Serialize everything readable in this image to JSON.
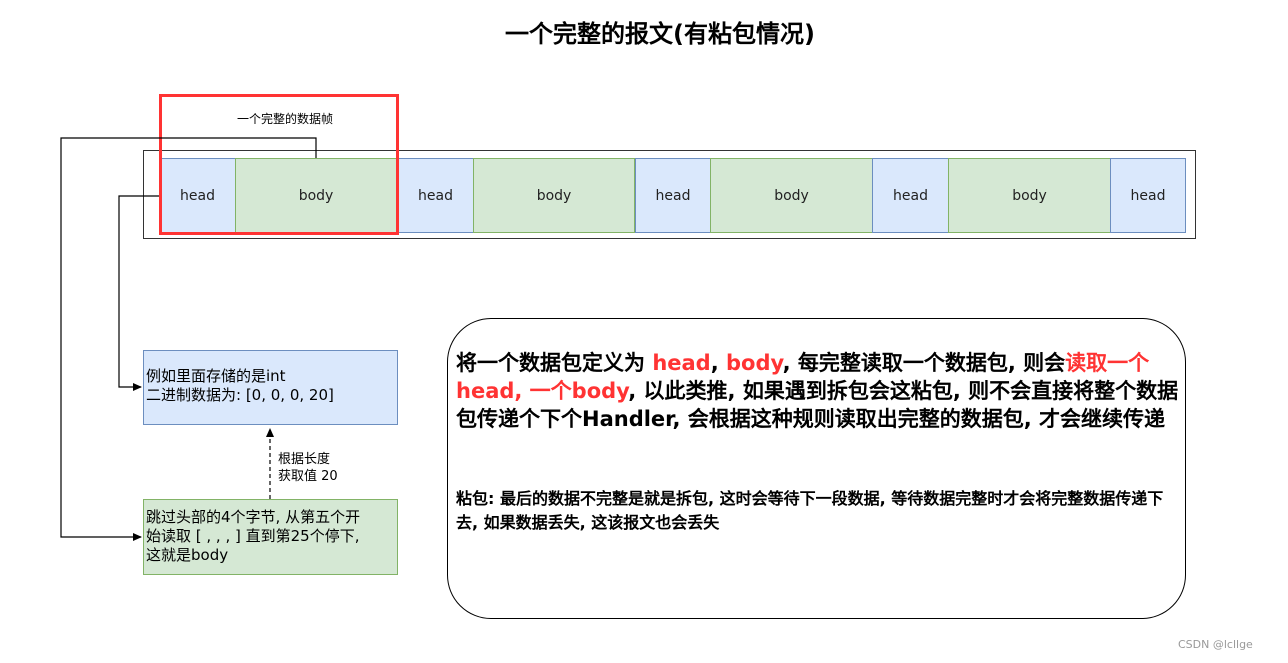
{
  "title": "一个完整的报文(有粘包情况)",
  "frame_label": "一个完整的数据帧",
  "cells": [
    "head",
    "body",
    "head",
    "body",
    "head",
    "body",
    "head",
    "body",
    "head"
  ],
  "example_box": {
    "line1": "例如里面存储的是int",
    "line2": "二进制数据为: [0, 0, 0, 20]"
  },
  "length_note": {
    "line1": "根据长度",
    "line2": "获取值 20"
  },
  "skip_box": {
    "line1": "跳过头部的4个字节, 从第五个开",
    "line2": "始读取 [ , , , ] 直到第25个停下,",
    "line3": "这就是body"
  },
  "description": {
    "p1": "将一个数据包定义为 ",
    "p2_red": "head",
    "p3": ", ",
    "p4_red": "body",
    "p5": ", 每完整读取一个数据包, 则会",
    "p6_red": "读取一个head, 一个body",
    "p7": ", 以此类推, 如果遇到拆包会这粘包, 则不会直接将整个数据包传递个下个Handler, 会根据这种规则读取出完整的数据包, 才会继续传递",
    "sub": "粘包: 最后的数据不完整是就是拆包, 这时会等待下一段数据, 等待数据完整时才会将完整数据传递下去, 如果数据丢失, 这该报文也会丢失"
  },
  "watermark": "CSDN @lcllge",
  "colors": {
    "head_fill": "#dae8fc",
    "body_fill": "#d5e8d4",
    "highlight": "#ff3333"
  }
}
